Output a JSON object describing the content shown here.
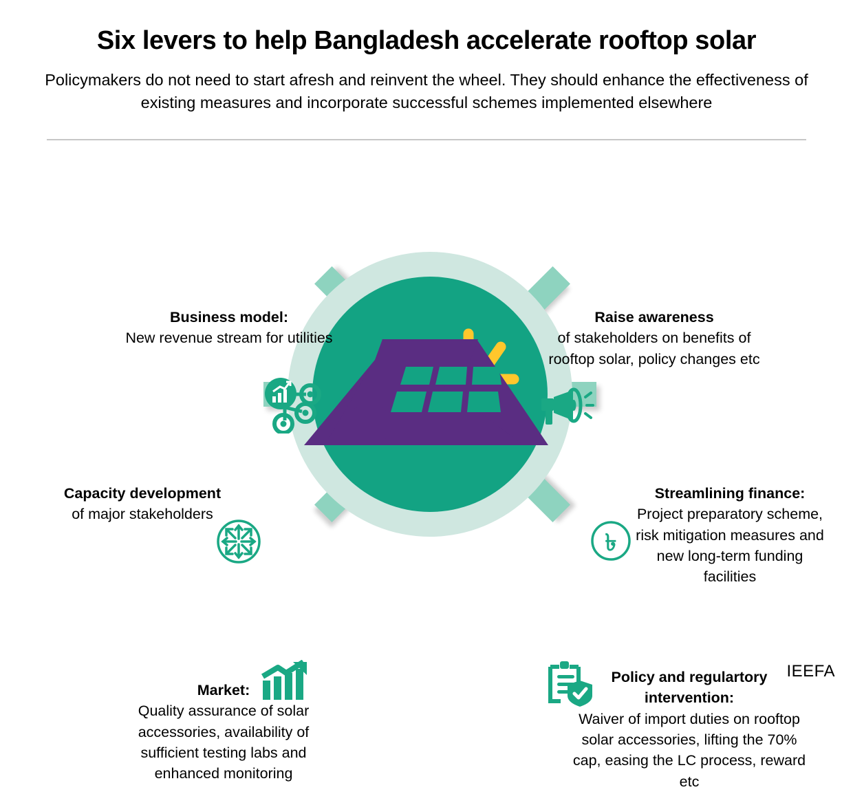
{
  "header": {
    "title": "Six levers to help Bangladesh accelerate rooftop solar",
    "subtitle": "Policymakers do not need to start afresh and reinvent the wheel. They should enhance the effectiveness of existing measures and incorporate successful schemes implemented elsewhere"
  },
  "colors": {
    "teal_dark": "#13a383",
    "teal_icon": "#1aa884",
    "teal_spoke": "#8ed3bf",
    "teal_ring": "#cfe7e0",
    "purple": "#5a2d82",
    "yellow": "#ffc72c",
    "divider": "#c6c6c6",
    "text": "#000000"
  },
  "levers": [
    {
      "id": "business-model",
      "lead": "Business model:",
      "body": "New revenue stream for utilities",
      "icon": "network-icon",
      "position": "top-left"
    },
    {
      "id": "raise-awareness",
      "lead": "Raise awareness",
      "body": "of stakeholders on benefits of rooftop solar, policy changes etc",
      "icon": "megaphone-icon",
      "position": "top-right"
    },
    {
      "id": "capacity-development",
      "lead": "Capacity development",
      "body": "of major stakeholders",
      "icon": "expand-arrows-icon",
      "position": "middle-left"
    },
    {
      "id": "streamlining-finance",
      "lead": "Streamlining finance:",
      "body": "Project preparatory scheme, risk mitigation measures and new long-term funding facilities",
      "icon": "taka-currency-icon",
      "position": "middle-right"
    },
    {
      "id": "market",
      "lead": "Market:",
      "body": "Quality assurance of solar accessories, availability of sufficient testing labs and enhanced monitoring",
      "icon": "growth-chart-icon",
      "position": "bottom-left"
    },
    {
      "id": "policy-regulatory",
      "lead": "Policy and regulartory intervention:",
      "body": "Waiver of import duties on rooftop solar accessories, lifting the 70% cap, easing the LC process, reward etc",
      "icon": "clipboard-shield-icon",
      "position": "bottom-right"
    }
  ],
  "center_graphic": {
    "name": "rooftop-solar-house-illustration",
    "elements": [
      "house",
      "solar-panels",
      "sun",
      "outer-ring",
      "inner-circle",
      "six-spokes"
    ]
  },
  "footer": {
    "logo": "IEEFA"
  }
}
